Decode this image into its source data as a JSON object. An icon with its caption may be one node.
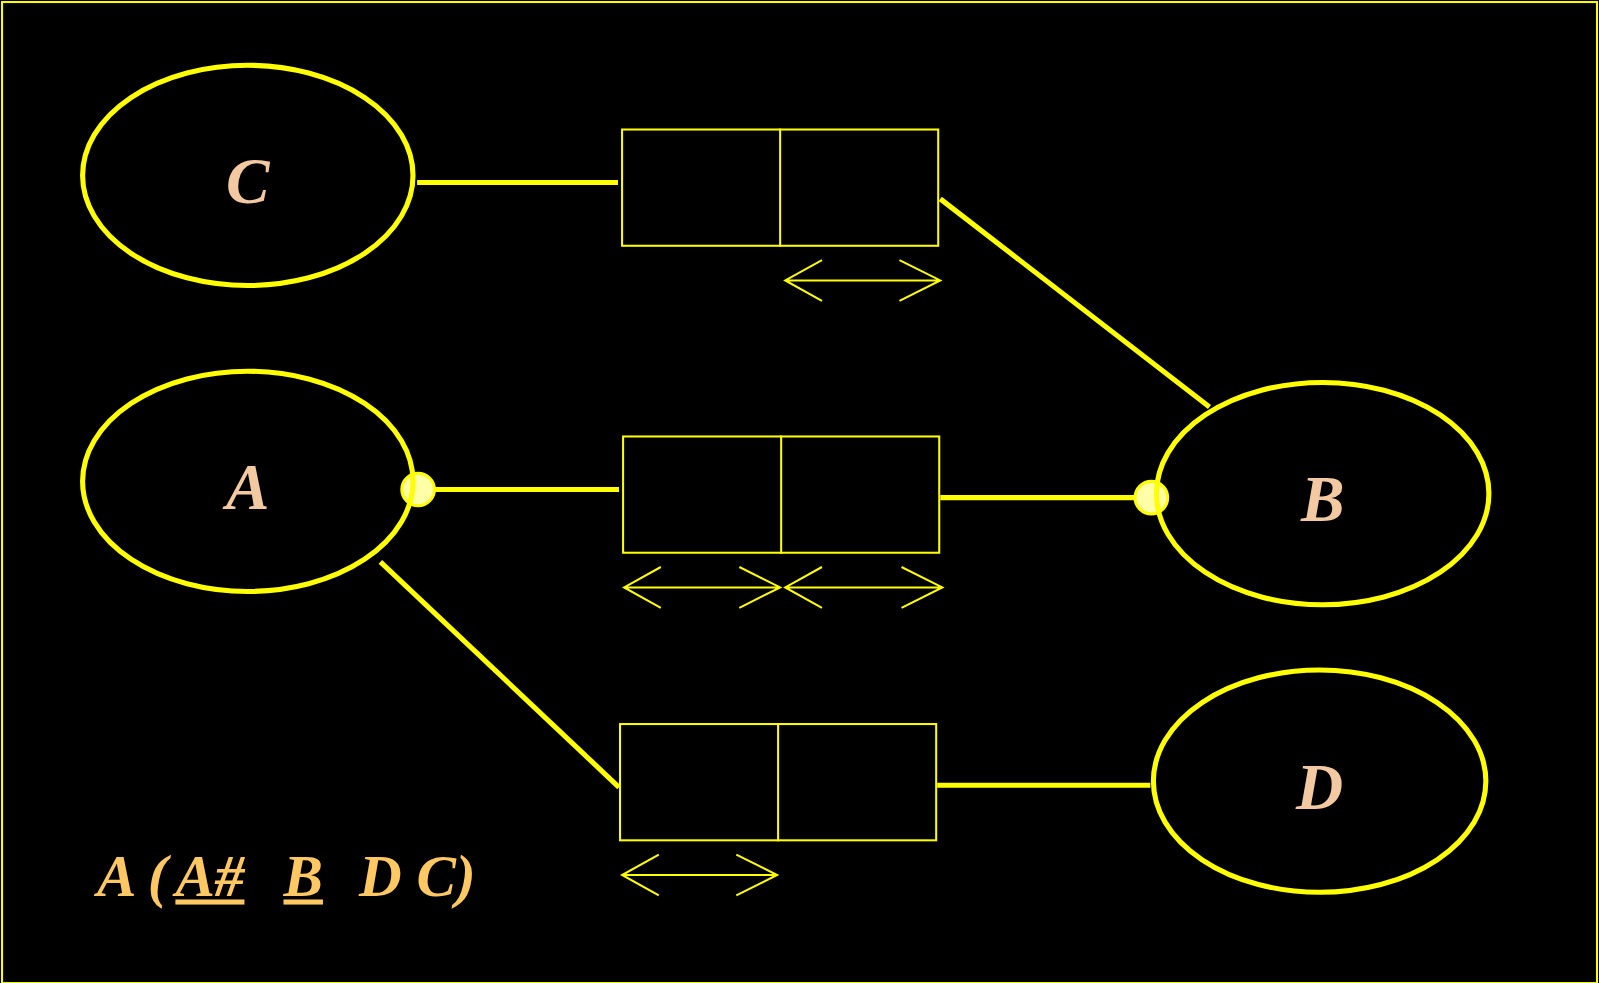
{
  "diagram": {
    "nodes": [
      {
        "text": [
          "C"
        ]
      },
      {
        "text": [],
        "shape": "box"
      },
      {
        "text": [
          "A"
        ]
      },
      {
        "text": [],
        "shape": "box"
      },
      {
        "text": [
          "B"
        ]
      },
      {
        "text": [],
        "shape": "box"
      },
      {
        "text": [
          "D"
        ]
      }
    ],
    "edges": [
      {
        "from": 0,
        "to": 1,
        "arrow": "none"
      },
      {
        "from": 1,
        "to": 4,
        "arrow": "none"
      },
      {
        "from": 3,
        "to": 2,
        "arrow": "other"
      },
      {
        "from": 3,
        "to": 4,
        "arrow": "other"
      },
      {
        "from": 2,
        "to": 5,
        "arrow": "none"
      },
      {
        "from": 5,
        "to": 6,
        "arrow": "none"
      }
    ],
    "labels": [
      "A (",
      "A#",
      "B",
      "D C)"
    ]
  }
}
